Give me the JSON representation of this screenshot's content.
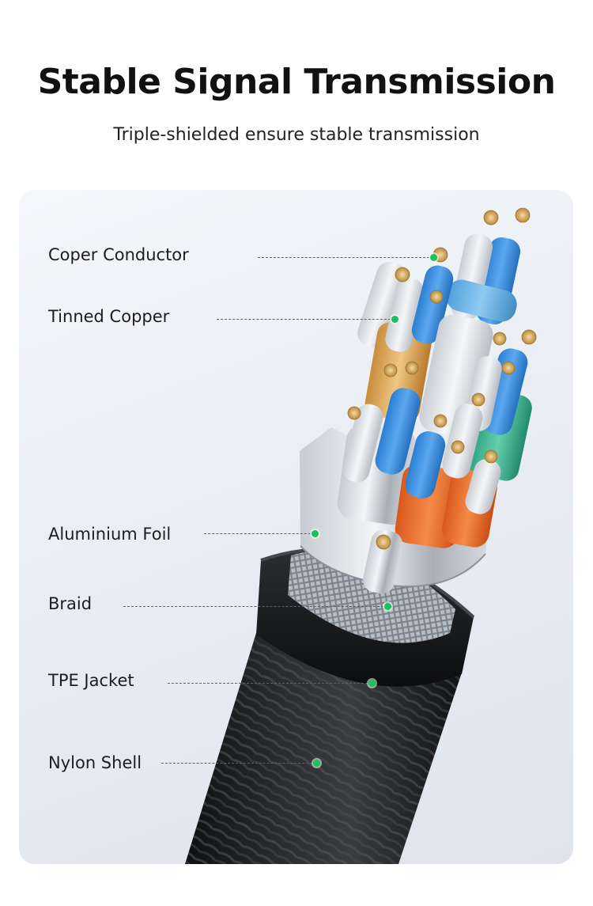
{
  "header": {
    "title": "Stable Signal Transmission",
    "subtitle": "Triple-shielded ensure stable transmission"
  },
  "diagram": {
    "accent_color": "#19c35a",
    "labels": [
      {
        "id": "coper-conductor",
        "text": "Coper Conductor"
      },
      {
        "id": "tinned-copper",
        "text": "Tinned Copper"
      },
      {
        "id": "aluminium-foil",
        "text": "Aluminium Foil"
      },
      {
        "id": "braid",
        "text": "Braid"
      },
      {
        "id": "tpe-jacket",
        "text": "TPE Jacket"
      },
      {
        "id": "nylon-shell",
        "text": "Nylon Shell"
      }
    ]
  }
}
